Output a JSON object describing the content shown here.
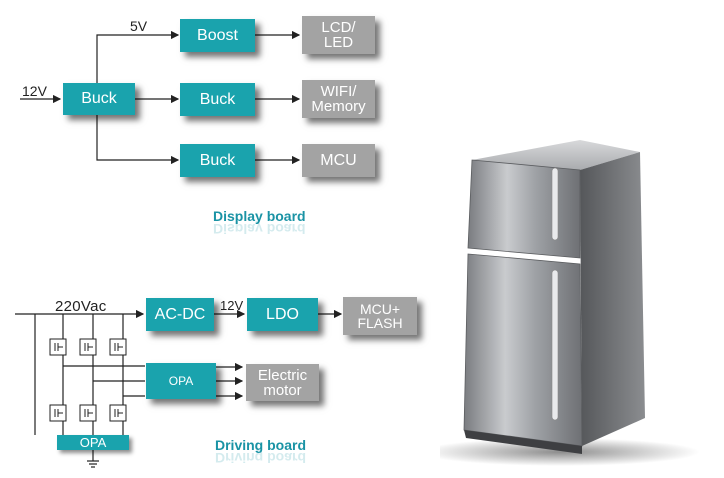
{
  "display_board": {
    "caption": "Display board",
    "input_label": "12V",
    "rail_label": "5V",
    "blocks": {
      "buck_main": "Buck",
      "boost": "Boost",
      "buck_2": "Buck",
      "buck_3": "Buck",
      "lcd": [
        "LCD/",
        "LED"
      ],
      "wifi": [
        "WIFI/",
        "Memory"
      ],
      "mcu": "MCU"
    }
  },
  "driving_board": {
    "caption": "Driving board",
    "input_label": "220Vac",
    "dc_label": "12V",
    "blocks": {
      "acdc": "AC-DC",
      "ldo": "LDO",
      "mcu_flash": [
        "MCU+",
        "FLASH"
      ],
      "opa_main": "OPA",
      "motor": [
        "Electric",
        "motor"
      ],
      "opa_bottom": "OPA"
    }
  },
  "colors": {
    "teal": "#1aa3ad",
    "grey": "#a3a3a3",
    "caption": "#1a93a5"
  },
  "image": {
    "subject": "refrigerator-image"
  }
}
